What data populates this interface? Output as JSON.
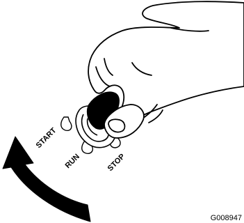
{
  "figure": {
    "labels": {
      "start": "START",
      "run": "RUN",
      "stop": "STOP"
    },
    "figure_code": "G008947",
    "colors": {
      "ink": "#000000",
      "paper": "#ffffff"
    },
    "icons": [
      "hand-icon",
      "ignition-key-icon",
      "rotation-arrow-icon"
    ]
  }
}
